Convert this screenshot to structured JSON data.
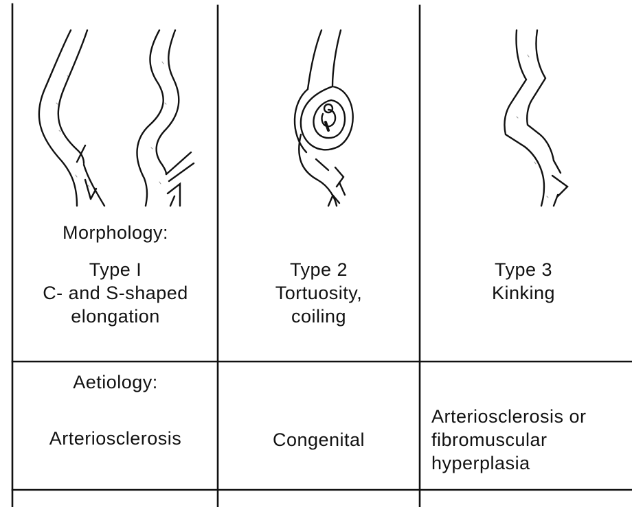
{
  "table": {
    "rows": {
      "morphology": {
        "header": "Morphology:",
        "cells": [
          [
            "Type I",
            "C- and S-shaped",
            "elongation"
          ],
          [
            "Type 2",
            "Tortuosity,",
            "coiling"
          ],
          [
            "Type 3",
            "Kinking"
          ]
        ]
      },
      "aetiology": {
        "header": "Aetiology:",
        "cells": [
          [
            "Arteriosclerosis"
          ],
          [
            "Congenital"
          ],
          [
            "Arteriosclerosis or",
            "fibromuscular",
            "hyperplasia"
          ]
        ]
      }
    }
  },
  "colors": {
    "ink": "#111111",
    "background": "#ffffff"
  }
}
